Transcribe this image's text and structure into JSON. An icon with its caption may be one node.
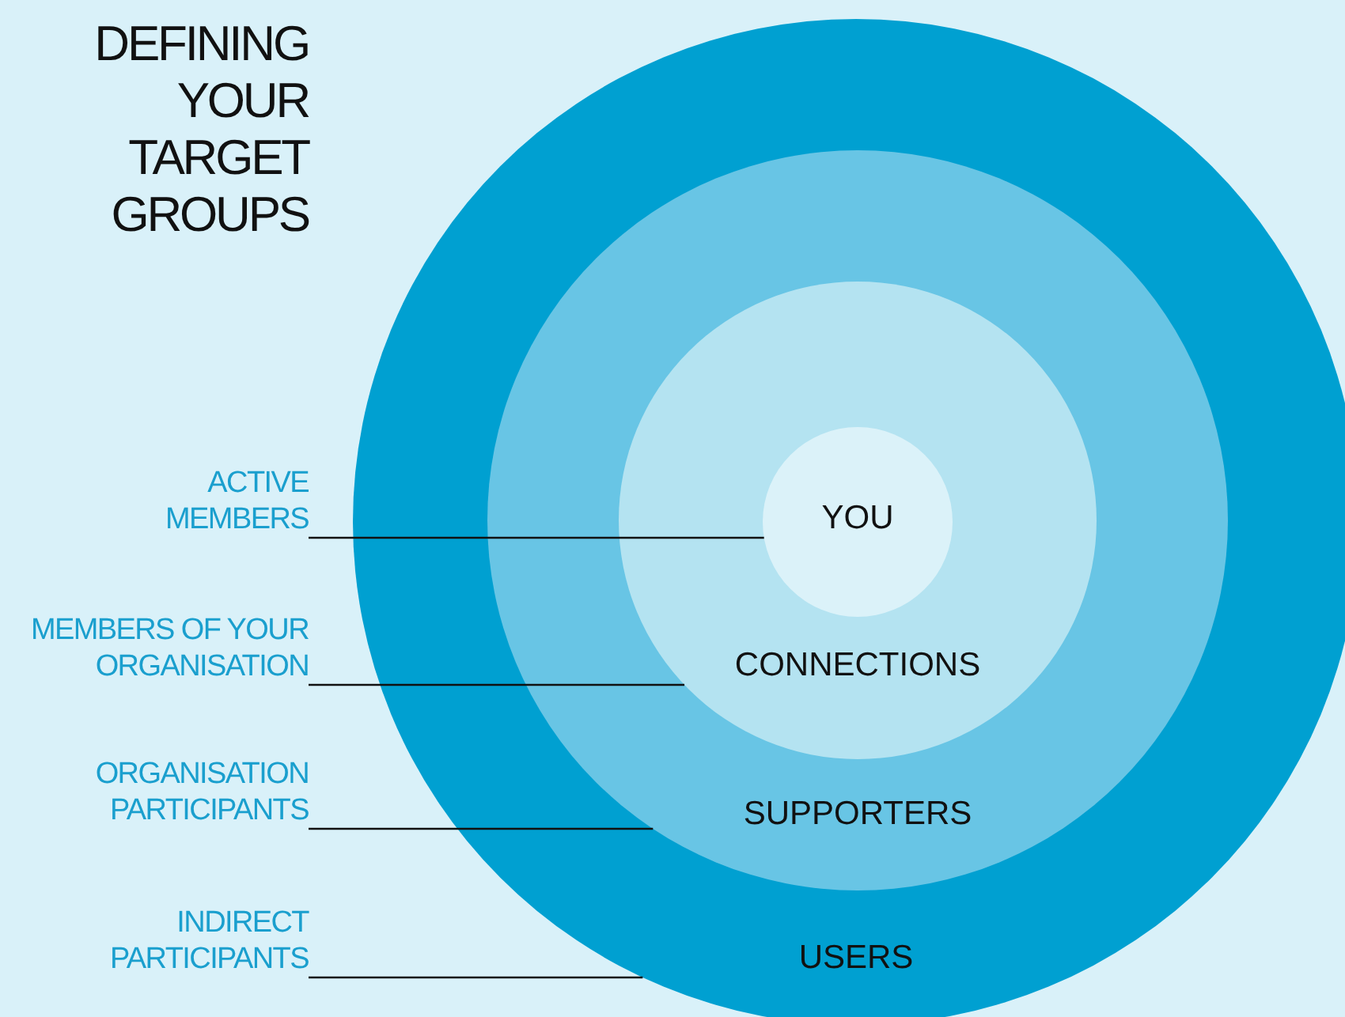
{
  "diagram": {
    "title": "DEFINING YOUR TARGET GROUPS",
    "nodes": [
      {
        "text": [
          "USERS"
        ]
      },
      {
        "text": [
          "SUPPORTERS"
        ],
        "in": 0
      },
      {
        "text": [
          "CONNECTIONS"
        ],
        "in": 1
      },
      {
        "text": [
          "YOU"
        ],
        "in": 2
      },
      {
        "text": [
          "ACTIVE MEMBERS"
        ]
      },
      {
        "text": [
          "MEMBERS OF YOUR ORGANISATION"
        ]
      },
      {
        "text": [
          "ORGANISATION PARTICIPANTS"
        ]
      },
      {
        "text": [
          "INDIRECT PARTICIPANTS"
        ]
      }
    ],
    "edges": [
      {
        "from": 4,
        "to": 3,
        "arrow": "none"
      },
      {
        "from": 5,
        "to": 2,
        "arrow": "none"
      },
      {
        "from": 6,
        "to": 1,
        "arrow": "none"
      },
      {
        "from": 7,
        "to": 0,
        "arrow": "none"
      }
    ]
  }
}
